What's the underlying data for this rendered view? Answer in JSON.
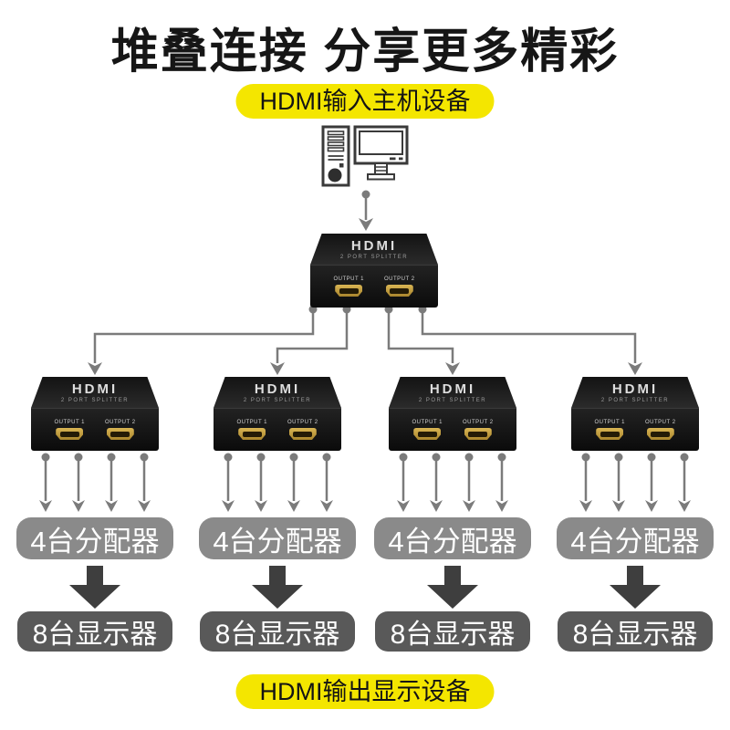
{
  "title": "堆叠连接 分享更多精彩",
  "labels": {
    "input_device": "HDMI输入主机设备",
    "output_device": "HDMI输出显示设备"
  },
  "device": {
    "brand": "HDMI",
    "model": "2 PORT SPLITTER",
    "port1": "OUTPUT 1",
    "port2": "OUTPUT 2"
  },
  "groups": [
    {
      "splitters": "4台分配器",
      "displays": "8台显示器"
    },
    {
      "splitters": "4台分配器",
      "displays": "8台显示器"
    },
    {
      "splitters": "4台分配器",
      "displays": "8台显示器"
    },
    {
      "splitters": "4台分配器",
      "displays": "8台显示器"
    }
  ],
  "icons": {
    "host": "desktop-computer-icon",
    "connector": "cable-line-with-dot-and-arrow",
    "flow": "solid-down-arrow"
  },
  "colors": {
    "highlight_yellow": "#f4e600",
    "splitter_pill_gray": "#8a8a8a",
    "display_pill_gray": "#595959",
    "cable_line_gray": "#7b7b7b",
    "flow_arrow_dark": "#3e3e3e",
    "device_black": "#141414",
    "port_gold": "#c6a23f",
    "title_black": "#161616",
    "pill_text_white": "#ffffff"
  }
}
